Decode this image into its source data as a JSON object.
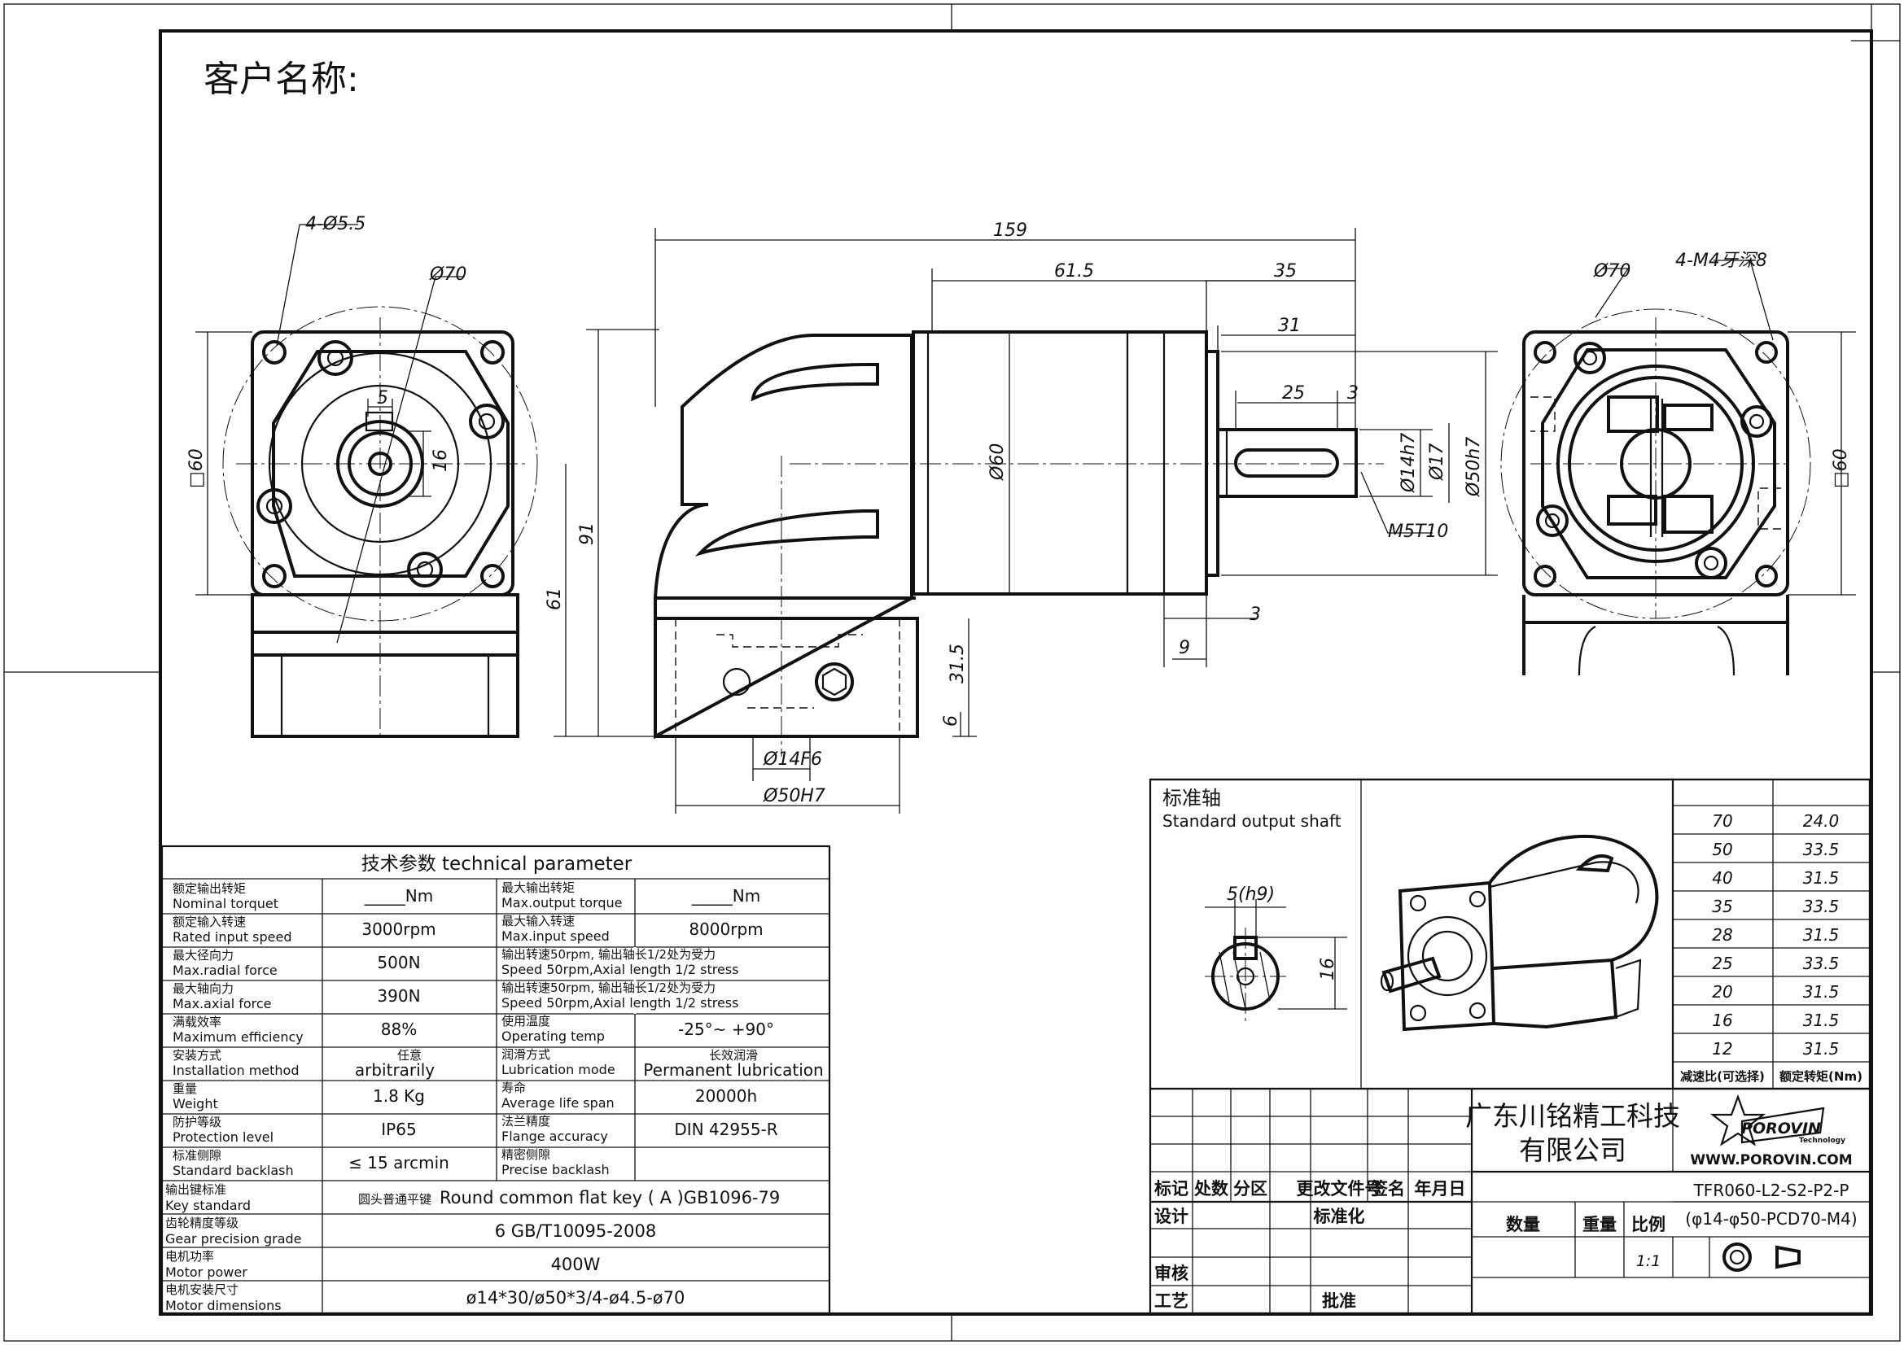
{
  "sheet": {
    "customer_label": "客户名称:"
  },
  "dimensions": {
    "hole_pattern": "4-Ø5.5",
    "pcd_left": "Ø70",
    "square_left": "□60",
    "key_width": "5",
    "key_height": "16",
    "total_length": "159",
    "length_61_5": "61.5",
    "length_35": "35",
    "length_31": "31",
    "length_25": "25",
    "length_3_top": "3",
    "body_diameter": "Ø60",
    "height_91": "91",
    "height_61": "61",
    "shaft_diameter": "Ø14h7",
    "shaft_shoulder": "Ø17",
    "pilot": "Ø50h7",
    "center_thread": "M5T10",
    "length_3_bottom": "3",
    "length_9": "9",
    "height_31_5": "31.5",
    "height_6": "6",
    "input_bore": "Ø14F6",
    "input_pilot": "Ø50H7",
    "pcd_right": "Ø70",
    "thread_pattern": "4-M4牙深8",
    "square_right": "□60"
  },
  "tech_table": {
    "title": "技术参数   technical parameter",
    "rows": [
      {
        "cn1": "额定输出转矩",
        "en1": "Nominal torquet",
        "v1": "_____Nm",
        "cn2": "最大输出转矩",
        "en2": "Max.output torque",
        "v2": "_____Nm"
      },
      {
        "cn1": "额定输入转速",
        "en1": "Rated input speed",
        "v1": "3000rpm",
        "cn2": "最大输入转速",
        "en2": "Max.input speed",
        "v2": "8000rpm"
      },
      {
        "cn1": "最大径向力",
        "en1": "Max.radial force",
        "v1": "500N",
        "cn2": "输出转速50rpm, 输出轴长1/2处为受力",
        "en2": "Speed 50rpm,Axial length 1/2 stress",
        "v2": ""
      },
      {
        "cn1": "最大轴向力",
        "en1": "Max.axial force",
        "v1": "390N",
        "cn2": "输出转速50rpm, 输出轴长1/2处为受力",
        "en2": "Speed 50rpm,Axial length 1/2 stress",
        "v2": ""
      },
      {
        "cn1": "满载效率",
        "en1": "Maximum efficiency",
        "v1": "88%",
        "cn2": "使用温度",
        "en2": "Operating temp",
        "v2": "-25°~ +90°"
      },
      {
        "cn1": "安装方式",
        "en1": "Installation method",
        "v1": "任意",
        "v1b": "arbitrarily",
        "cn2": "润滑方式",
        "en2": "Lubrication mode",
        "v2": "长效润滑",
        "v2b": "Permanent lubrication"
      },
      {
        "cn1": "重量",
        "en1": "Weight",
        "v1": "1.8 Kg",
        "cn2": "寿命",
        "en2": "Average life span",
        "v2": "20000h"
      },
      {
        "cn1": "防护等级",
        "en1": "Protection level",
        "v1": "IP65",
        "cn2": "法兰精度",
        "en2": "Flange accuracy",
        "v2": "DIN 42955-R"
      },
      {
        "cn1": "标准侧隙",
        "en1": "Standard backlash",
        "v1": "≤ 15 arcmin",
        "cn2": "精密侧隙",
        "en2": "Precise backlash",
        "v2": ""
      }
    ],
    "wide_rows": [
      {
        "cn": "输出键标准",
        "en": "Key standard",
        "value_cn": "圆头普通平键",
        "value": "Round common flat key ( A )GB1096-79"
      },
      {
        "cn": "齿轮精度等级",
        "en": "Gear precision grade",
        "value": "6 GB/T10095-2008"
      },
      {
        "cn": "电机功率",
        "en": "Motor power",
        "value": "400W"
      },
      {
        "cn": "电机安装尺寸",
        "en": "Motor dimensions",
        "value": "ø14*30/ø50*3/4-ø4.5-ø70"
      }
    ]
  },
  "shaft_panel": {
    "cn": "标准轴",
    "en": "Standard output shaft",
    "key_dim": "5(h9)",
    "height_dim": "16"
  },
  "ratio_table": {
    "ratio_header": "减速比(可选择)",
    "torque_header": "额定转矩(Nm)",
    "rows": [
      {
        "ratio": "70",
        "torque": "24.0"
      },
      {
        "ratio": "50",
        "torque": "33.5"
      },
      {
        "ratio": "40",
        "torque": "31.5"
      },
      {
        "ratio": "35",
        "torque": "33.5"
      },
      {
        "ratio": "28",
        "torque": "31.5"
      },
      {
        "ratio": "25",
        "torque": "33.5"
      },
      {
        "ratio": "20",
        "torque": "31.5"
      },
      {
        "ratio": "16",
        "torque": "31.5"
      },
      {
        "ratio": "12",
        "torque": "31.5"
      }
    ]
  },
  "title_block": {
    "company_line1": "广东川铭精工科技",
    "company_line2": "有限公司",
    "logo_text": "POROVIN",
    "logo_sub": "Technology",
    "website": "WWW.POROVIN.COM",
    "labels": {
      "mark": "标记",
      "count": "处数",
      "zone": "分区",
      "doc": "更改文件号",
      "sign": "签名",
      "date": "年月日"
    },
    "design": "设计",
    "standard": "标准化",
    "review": "审核",
    "process": "工艺",
    "approve": "批准",
    "quantity": "数量",
    "weight": "重量",
    "scale": "比例",
    "scale_value": "1:1",
    "model_line1": "TFR060-L2-S2-P2-P",
    "model_line2": "(φ14-φ50-PCD70-M4)"
  }
}
